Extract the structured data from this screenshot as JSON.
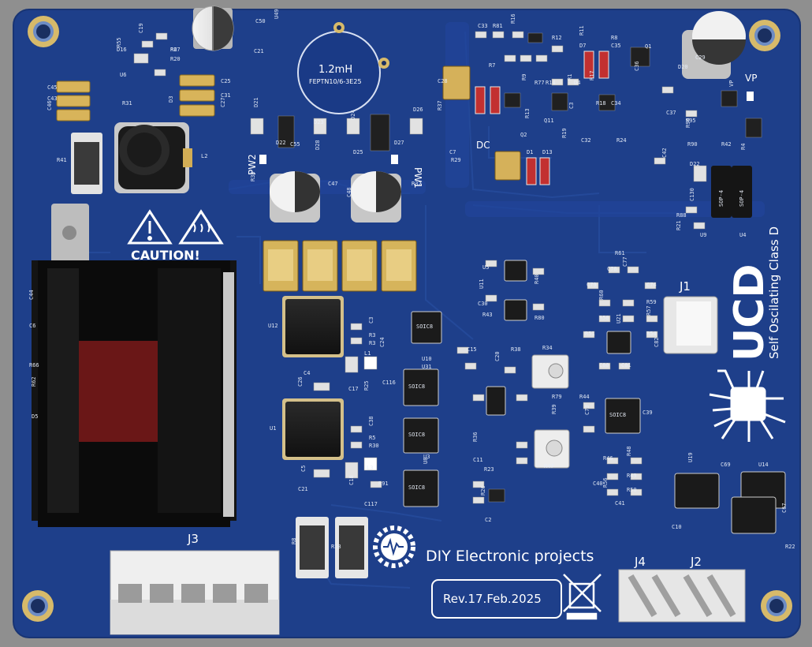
{
  "board": {
    "inductor_value": "1.2mH",
    "inductor_part": "FEPTN10/6-3E25",
    "caution_text": "CAUTION!",
    "product_title": "UCD",
    "product_subtitle": "Self Oscilating Class D",
    "brand_text": "DIY Electronic projects",
    "revision": "Rev.17.Feb.2025",
    "connectors": {
      "j1": "J1",
      "j2": "J2",
      "j3": "J3",
      "j4": "J4"
    },
    "labels": {
      "vp": "VP",
      "dc": "DC",
      "pw1": "PW1",
      "pw2": "PW2"
    },
    "chip_marks": [
      "SOIC8",
      "SOIC8",
      "SOIC8",
      "SOIC8",
      "SOIC8",
      "SOP-4",
      "SOP-4"
    ],
    "designators": [
      "R55",
      "R27",
      "R20",
      "C19",
      "U6",
      "R31",
      "D3",
      "C45",
      "C43",
      "C46",
      "C25",
      "C31",
      "C27",
      "C21",
      "C50",
      "U49",
      "R41",
      "L2",
      "D21",
      "D22",
      "D23",
      "D24",
      "D25",
      "D26",
      "D28",
      "D27",
      "C55",
      "R33",
      "C47",
      "R32",
      "C48",
      "U12",
      "U1",
      "C3",
      "R3",
      "R3",
      "C26",
      "C4",
      "L1",
      "C24",
      "C17",
      "C116",
      "R25",
      "U31",
      "U10",
      "C5",
      "C21",
      "L3",
      "C38",
      "R5",
      "R30",
      "C18",
      "C117",
      "R91",
      "U8",
      "U3",
      "C28",
      "R37",
      "C33",
      "R81",
      "R16",
      "R7",
      "R12",
      "R11",
      "D7",
      "C35",
      "R9",
      "R77",
      "R14",
      "R1",
      "R8",
      "Q1",
      "C36",
      "C29",
      "D20",
      "VP",
      "C37",
      "R95",
      "R96",
      "R90",
      "R42",
      "R4",
      "D1",
      "D13",
      "R19",
      "C32",
      "R24",
      "C42",
      "D22",
      "R88",
      "R21",
      "U9",
      "U4",
      "C130",
      "R61",
      "C78",
      "C77",
      "C79",
      "C74",
      "R60",
      "R59",
      "R58",
      "R57",
      "R51",
      "R54",
      "U21",
      "C80",
      "C81",
      "C82",
      "C39",
      "R44",
      "C73",
      "R38",
      "R34",
      "C20",
      "C15",
      "U5",
      "U11",
      "C30",
      "R43",
      "R40",
      "R80",
      "R79",
      "R39",
      "R47",
      "R46",
      "R48",
      "R49",
      "R50",
      "R56",
      "C40",
      "C41",
      "U19",
      "C69",
      "U14",
      "C67",
      "C10",
      "R22",
      "R8",
      "R28",
      "R23",
      "R26",
      "C2",
      "C11",
      "R36",
      "R29",
      "C7",
      "C44",
      "C6",
      "R66",
      "R62",
      "D5",
      "D4",
      "R17",
      "R18",
      "C34",
      "C3",
      "Q2",
      "Q11",
      "R13",
      "D16",
      "R6"
    ]
  },
  "colors": {
    "background": "#8f8f8f",
    "pcb_blue": "#1d3f8a",
    "trace_blue": "#25499b",
    "gold_pad": "#d2ad55",
    "silkscreen": "#ffffff",
    "ic_black": "#1c1c1c",
    "transformer_core": "#6b1616"
  }
}
